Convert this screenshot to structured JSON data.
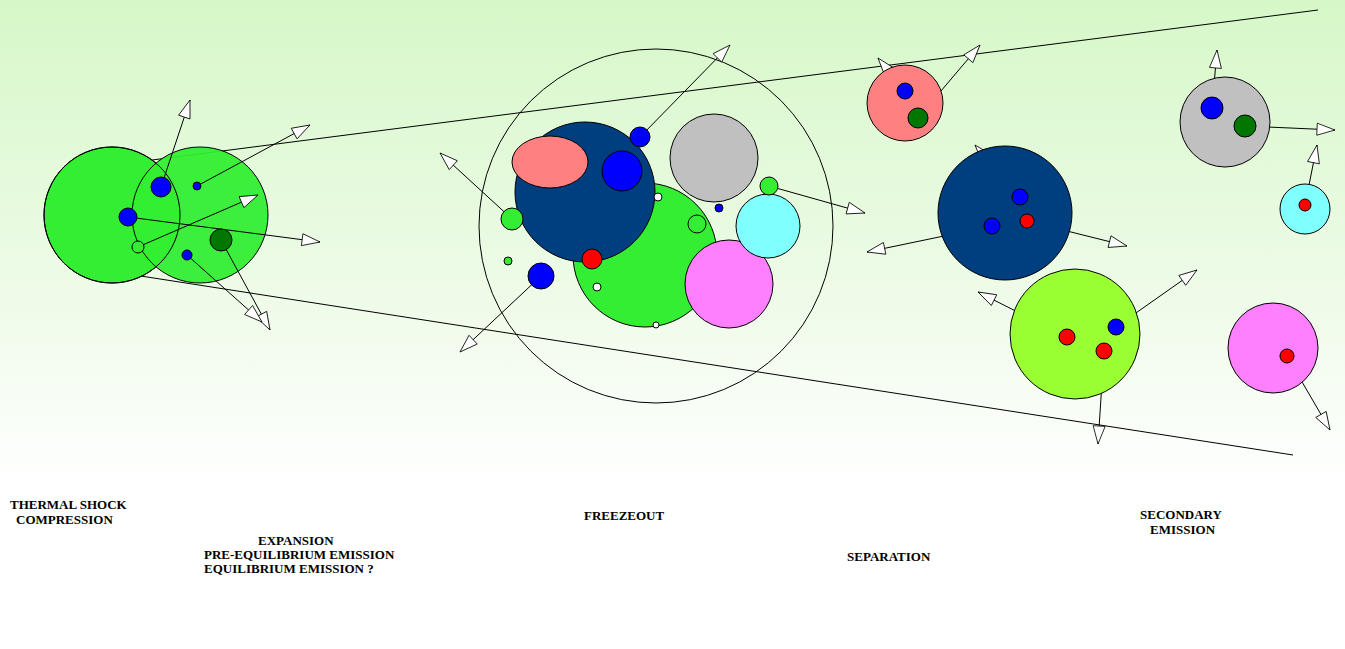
{
  "diagram": {
    "labels": [
      "THERMAL SHOCK",
      "COMPRESSION",
      "EXPANSION",
      "PRE-EQUILIBRIUM EMISSION",
      "EQUILIBRIUM EMISSION ?",
      "FREEZEOUT",
      "SEPARATION",
      "SECONDARY",
      "EMISSION"
    ]
  }
}
